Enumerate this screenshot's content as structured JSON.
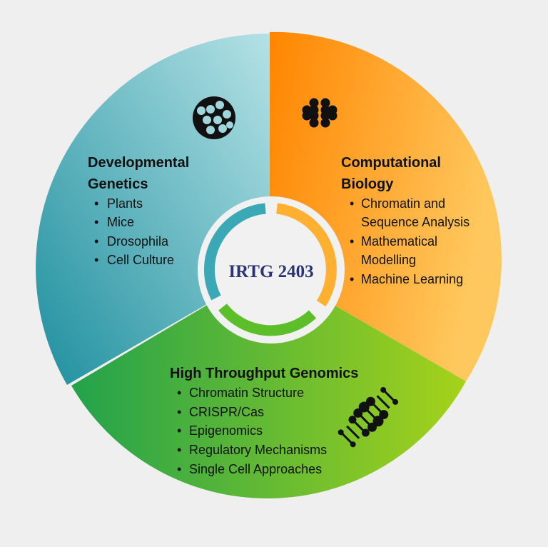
{
  "center_label": "IRTG 2403",
  "colors": {
    "teal": "#3aa9b5",
    "orange": "#ffa020",
    "green": "#5cbf2a",
    "center_text": "#2a3472",
    "background": "#efefef"
  },
  "sectors": [
    {
      "title_lines": [
        "Developmental",
        "Genetics"
      ],
      "icon": "cell-cluster-icon",
      "items": [
        "Plants",
        "Mice",
        "Drosophila",
        "Cell Culture"
      ]
    },
    {
      "title_lines": [
        "Computational",
        "Biology"
      ],
      "icon": "network-nodes-icon",
      "items": [
        "Chromatin and",
        "Sequence Analysis",
        "Mathematical",
        "Modelling",
        "Machine Learning"
      ]
    },
    {
      "title_lines": [
        "High Throughput Genomics"
      ],
      "icon": "dna-icon",
      "items": [
        "Chromatin Structure",
        "CRISPR/Cas",
        "Epigenomics",
        "Regulatory Mechanisms",
        "Single Cell Approaches"
      ]
    }
  ]
}
